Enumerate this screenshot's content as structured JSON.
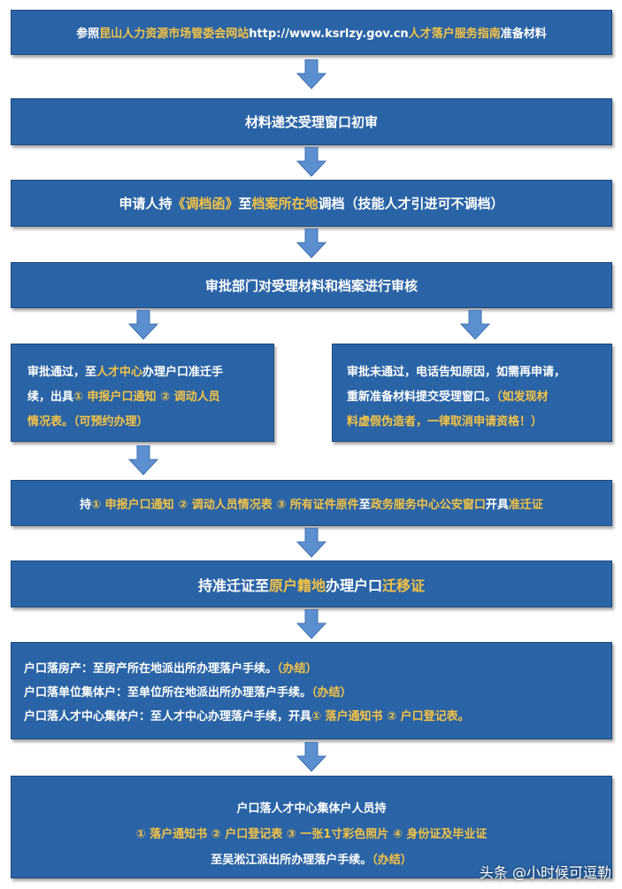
{
  "step1": {
    "a": "参照",
    "b": "昆山人力资源市场管委会网站",
    "c": "http://www.ksrlzy.gov.cn",
    "d": "人才落户服务指南",
    "e": "准备材料"
  },
  "step2": {
    "text": "材料递交受理窗口初审"
  },
  "step3": {
    "a": "申请人持",
    "b": "《调档函》",
    "c": "至",
    "d": "档案所在地",
    "e": "调档（技能人才引进可不调档）"
  },
  "step4": {
    "text": "审批部门对受理材料和档案进行审核"
  },
  "left": {
    "a": "审批通过，至",
    "b": "人才中心",
    "c": "办理户口准迁手",
    "d": "续，出具",
    "e": "① 申报户口通知 ② 调动人员",
    "f": "情况表。（可预约办理）"
  },
  "right": {
    "a": "审批未通过，电话告知原因，如需再申请，",
    "b": "重新准备材料提交受理窗口。",
    "c": "（如发现材",
    "d": "料虚假伪造者，一律取消申请资格！）"
  },
  "step5": {
    "a": "持",
    "b": "① 申报户口通知 ② 调动人员情况表 ③ 所有证件原件",
    "c": "至",
    "d": "政务服务中心公安窗口",
    "e": "开具",
    "f": "准迁证"
  },
  "step6": {
    "a": "持准迁证至",
    "b": "原户籍地",
    "c": "办理户口",
    "d": "迁移证"
  },
  "step7": {
    "l1a": "户口落房产：至房产所在地派出所办理落户手续。",
    "l1b": "（办结）",
    "l2a": "户口落单位集体户：至单位所在地派出所办理落户手续。",
    "l2b": "（办结）",
    "l3a": "户口落人才中心集体户：至人才中心办理落户手续，开具",
    "l3b": "① 落户通知书 ② 户口登记表。"
  },
  "step8": {
    "l1": "户口落人才中心集体户人员持",
    "l2": "① 落户通知书 ② 户口登记表 ③ 一张1寸彩色照片 ④ 身份证及毕业证",
    "l3a": "至吴淞江派出所办理落户手续。",
    "l3b": "（办结）"
  },
  "watermark": "头条 @小时候可逗勒",
  "colors": {
    "box": "#2a64a6",
    "highlight": "#f6c344",
    "arrow": "#5b8fd0"
  }
}
